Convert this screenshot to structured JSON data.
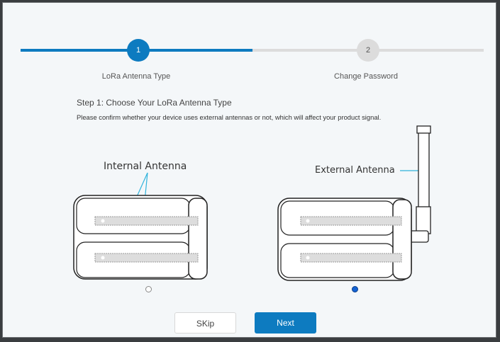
{
  "stepper": {
    "steps": [
      {
        "number": "1",
        "label": "LoRa Antenna Type",
        "state": "active"
      },
      {
        "number": "2",
        "label": "Change Password",
        "state": "pending"
      }
    ],
    "progress_color": "#0d7bc0"
  },
  "content": {
    "title": "Step 1: Choose Your LoRa Antenna Type",
    "description": "Please confirm whether your device uses external antennas or not, which will affect your product signal."
  },
  "options": [
    {
      "label": "Internal Antenna",
      "selected": false
    },
    {
      "label": "External Antenna",
      "selected": true
    }
  ],
  "buttons": {
    "skip": "SKip",
    "next": "Next"
  }
}
